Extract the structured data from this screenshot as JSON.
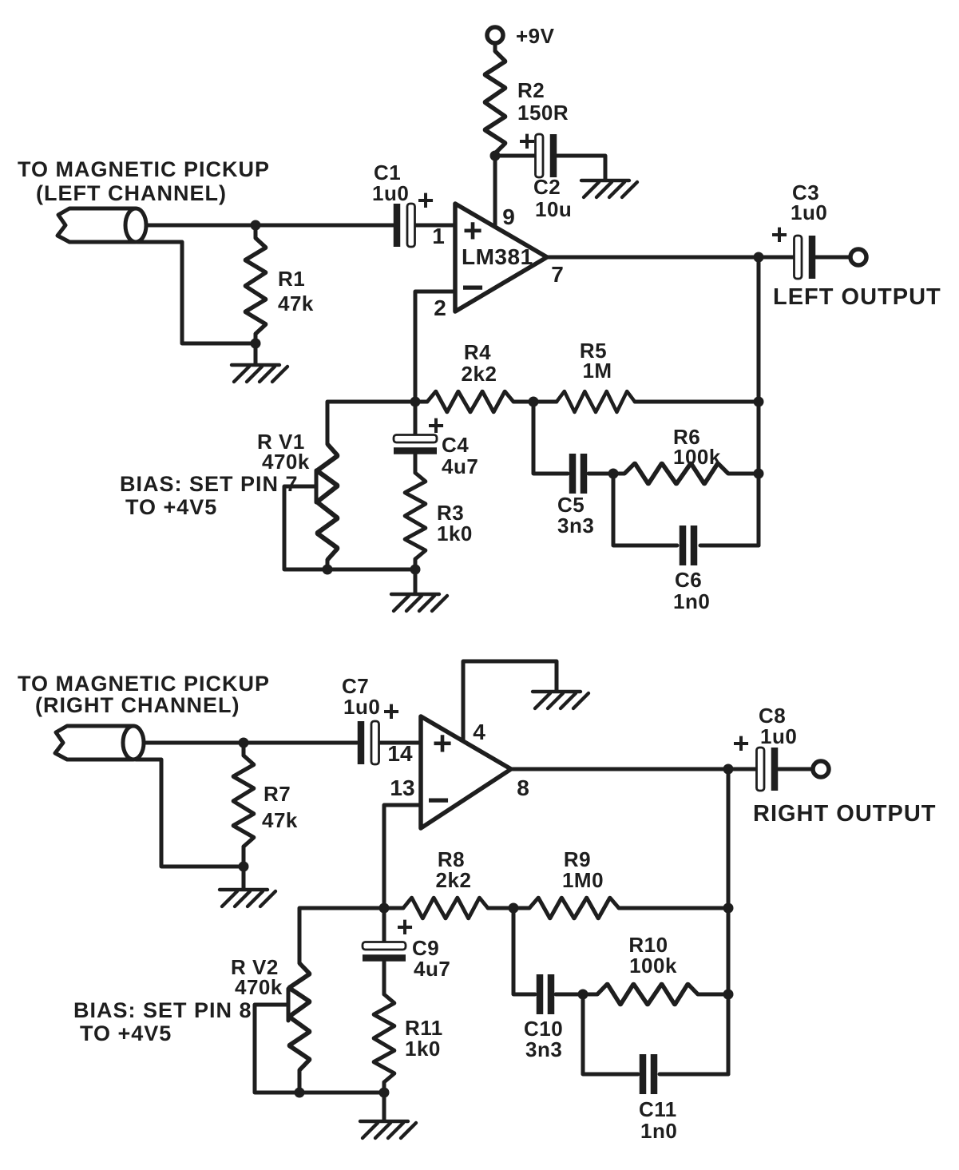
{
  "symbols": {
    "plus": "+",
    "minus": "−"
  },
  "left_channel": {
    "source_label_line1": "TO MAGNETIC PICKUP",
    "source_label_line2": "(LEFT CHANNEL)",
    "supply_label": "+9V",
    "output_label": "LEFT OUTPUT",
    "bias_note_line1": "BIAS: SET PIN 7",
    "bias_note_line2": "TO +4V5",
    "opamp": {
      "name": "LM381",
      "pin_noninv": "1",
      "pin_inv": "2",
      "pin_supply": "9",
      "pin_output": "7"
    },
    "components": {
      "r1": {
        "ref": "R1",
        "value": "47k"
      },
      "r2": {
        "ref": "R2",
        "value": "150R"
      },
      "r3": {
        "ref": "R3",
        "value": "1k0"
      },
      "r4": {
        "ref": "R4",
        "value": "2k2"
      },
      "r5": {
        "ref": "R5",
        "value": "1M"
      },
      "r6": {
        "ref": "R6",
        "value": "100k"
      },
      "rv1": {
        "ref": "R V1",
        "value": "470k"
      },
      "c1": {
        "ref": "C1",
        "value": "1u0"
      },
      "c2": {
        "ref": "C2",
        "value": "10u"
      },
      "c3": {
        "ref": "C3",
        "value": "1u0"
      },
      "c4": {
        "ref": "C4",
        "value": "4u7"
      },
      "c5": {
        "ref": "C5",
        "value": "3n3"
      },
      "c6": {
        "ref": "C6",
        "value": "1n0"
      }
    }
  },
  "right_channel": {
    "source_label_line1": "TO MAGNETIC PICKUP",
    "source_label_line2": "(RIGHT CHANNEL)",
    "output_label": "RIGHT OUTPUT",
    "bias_note_line1": "BIAS: SET PIN 8",
    "bias_note_line2": "TO +4V5",
    "opamp": {
      "pin_noninv": "14",
      "pin_inv": "13",
      "pin_ground": "4",
      "pin_output": "8"
    },
    "components": {
      "r7": {
        "ref": "R7",
        "value": "47k"
      },
      "r8": {
        "ref": "R8",
        "value": "2k2"
      },
      "r9": {
        "ref": "R9",
        "value": "1M0"
      },
      "r10": {
        "ref": "R10",
        "value": "100k"
      },
      "r11": {
        "ref": "R11",
        "value": "1k0"
      },
      "rv2": {
        "ref": "R V2",
        "value": "470k"
      },
      "c7": {
        "ref": "C7",
        "value": "1u0"
      },
      "c8": {
        "ref": "C8",
        "value": "1u0"
      },
      "c9": {
        "ref": "C9",
        "value": "4u7"
      },
      "c10": {
        "ref": "C10",
        "value": "3n3"
      },
      "c11": {
        "ref": "C11",
        "value": "1n0"
      }
    }
  }
}
